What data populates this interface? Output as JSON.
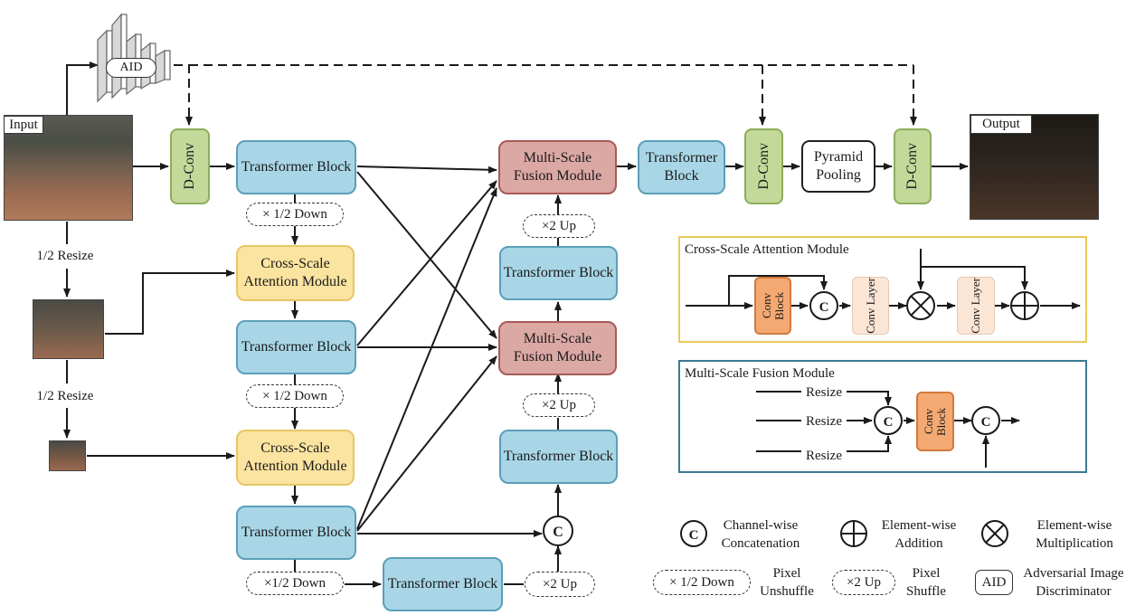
{
  "labels": {
    "input": "Input",
    "output": "Output",
    "aid": "AID",
    "dconv": "D-Conv",
    "transformer": "Transformer Block",
    "csa": "Cross-Scale Attention Module",
    "msf": "Multi-Scale Fusion Module",
    "pyramid": "Pyramid Pooling",
    "down": "× 1/2 Down",
    "down_tight": "×1/2 Down",
    "up": "×2 Up",
    "resize_half": "1/2 Resize",
    "concat_symbol": "C"
  },
  "panels": {
    "csa_title": "Cross-Scale Attention Module",
    "msf_title": "Multi-Scale Fusion Module",
    "conv_block": "Conv Block",
    "conv_layer": "Conv Layer",
    "resize": "Resize"
  },
  "legend": {
    "concat": "Channel-wise Concatenation",
    "add": "Element-wise Addition",
    "mult": "Element-wise Multiplication",
    "down_box": "× 1/2 Down",
    "pixel_unshuffle": "Pixel Unshuffle",
    "up_box": "×2 Up",
    "pixel_shuffle": "Pixel Shuffle",
    "aid_box": "AID",
    "aid_desc": "Adversarial Image Discriminator"
  },
  "colors": {
    "transformer_fill": "#a8d6e6",
    "csa_fill": "#fbe3a0",
    "msf_fill": "#dba8a4",
    "dconv_fill": "#c3d99a",
    "conv_block_fill": "#f4a972",
    "csa_panel_border": "#e9c95a",
    "msf_panel_border": "#3a7a92"
  }
}
